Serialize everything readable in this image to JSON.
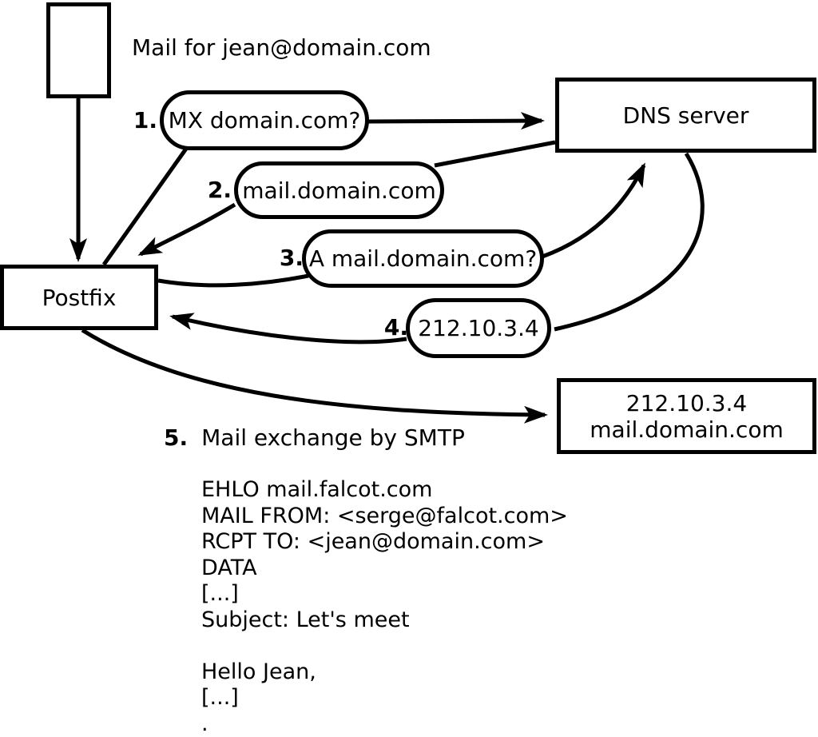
{
  "title": "Mail for jean@domain.com",
  "nodes": {
    "postfix": "Postfix",
    "dns_server": "DNS server",
    "mail_server": {
      "line1": "212.10.3.4",
      "line2": "mail.domain.com"
    }
  },
  "steps": [
    {
      "num": "1.",
      "label": "MX domain.com?"
    },
    {
      "num": "2.",
      "label": "mail.domain.com"
    },
    {
      "num": "3.",
      "label": "A mail.domain.com?"
    },
    {
      "num": "4.",
      "label": "212.10.3.4"
    },
    {
      "num": "5.",
      "label": "Mail exchange by SMTP"
    }
  ],
  "smtp_session": {
    "lines": [
      "EHLO mail.falcot.com",
      "MAIL FROM: <serge@falcot.com>",
      "RCPT TO: <jean@domain.com>",
      "DATA",
      "[...]",
      "Subject: Let's meet",
      "",
      "Hello Jean,",
      "[...]",
      "."
    ]
  },
  "colors": {
    "stroke": "#000000",
    "background": "#ffffff"
  }
}
